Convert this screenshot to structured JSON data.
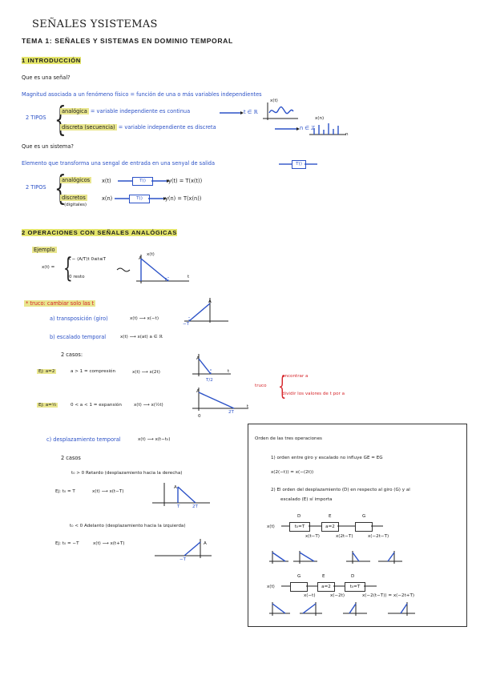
{
  "header": {
    "title": "SEÑALES YSISTEMAS"
  },
  "topic": {
    "title": "TEMA 1: SEÑALES Y SISTEMAS EN DOMINIO TEMPORAL"
  },
  "s1": {
    "heading": "1 INTRODUCCIÓN",
    "q1": "Que es una señal?",
    "def1": "Magnitud asociada a un fenómeno físico = función de una o más variables independientes",
    "tipos": "2 TIPOS",
    "analog_a": "analógica",
    "analog_b": "= variable independiente es continua",
    "analog_c": "t ∈ ℝ",
    "discrete_a": "discreta (secuencia)",
    "discrete_b": "= variable independiente es discreta",
    "discrete_c": "n ∈ ℤ",
    "xt": "x(t)",
    "xn": "x(n)",
    "n": "n",
    "q2": "Que es un sistema?",
    "def2": "Elemento que transforma una sengal de entrada en una senyal de salida",
    "T": "T()",
    "tipos2": "2 TIPOS",
    "analog2": "analógicos",
    "analog2_in": "x(t)",
    "analog2_out": "y(t) = T(x(t))",
    "discr2": "discretos",
    "discr2_sub": "(digitales)",
    "discr2_in": "x(n)",
    "discr2_out": "y(n) = T(x(n))"
  },
  "s2": {
    "heading": "2 OPERACIONES CON SEÑALES ANALÓGICAS",
    "ejemplo": "Ejemplo",
    "xt": "x(t) =",
    "case1": "A − (A/T)t   0≤t≤T",
    "case2": "0     resto",
    "arrow": "→",
    "A": "A",
    "T": "T",
    "t": "t",
    "xtlbl": "x(t)",
    "truco": "* truco: cambiar solo las t",
    "a": "a) transposición (giro)",
    "a_map": "x(t) ⟶ x(−t)",
    "b": "b) escalado temporal",
    "b_map": "x(t) ⟶ x(at)   a ∈ ℝ",
    "casos": "2 casos:",
    "ej1": "Ej: a=2",
    "ej1_txt": "a > 1 = compresión",
    "ej1_map": "x(t) ⟶ x(2t)",
    "ej2": "Ej: a=½",
    "ej2_txt": "0 < a < 1 = expansión",
    "ej2_map": "x(t) ⟶ x(½t)",
    "trucolbl": "truco",
    "truco1": "encontrar a",
    "truco2": "dividir los valores de t por a",
    "T2": "T/2",
    "T3": "2T",
    "zero": "0",
    "neg": "−T",
    "c": "c) desplazamiento temporal",
    "c_map": "x(t) ⟶ x(t−t₀)",
    "casos2": "2 casos",
    "ret": "t₀ > 0  Retardo (desplazamiento hacia la derecha)",
    "ret_ej": "Ej: t₀ = T",
    "ret_map": "x(t) ⟶ x(t−T)",
    "ade": "t₀ < 0  Adelanto (desplazamiento hacia la izquierda)",
    "ade_ej": "Ej: t₀ = −T",
    "ade_map": "x(t) ⟶ x(t+T)",
    "lblT": "T",
    "lbl2T": "2T",
    "lblnT": "−T"
  },
  "box": {
    "title": "Orden de las tres operaciones",
    "p1": "1) orden entre giro y escalado no influye   GE = EG",
    "p1b": "x(2(−t)) = x(−(2t))",
    "p2": "2) El orden del desplazamiento (D) en respecto al giro (G) y al",
    "p2b": "escalado (E) sí importa",
    "D": "D",
    "E": "E",
    "G": "G",
    "blk1": "t₀=T",
    "blk2": "a=2",
    "blk3": "",
    "xt": "x(t)",
    "o1": "x(t−T)",
    "o2": "x(2t−T)",
    "o3": "x(−2t−T)",
    "r2o1": "x(−t)",
    "r2o2": "x(−2t)",
    "r2o3": "x(−2(t−T)) = x(−2t+T)"
  }
}
